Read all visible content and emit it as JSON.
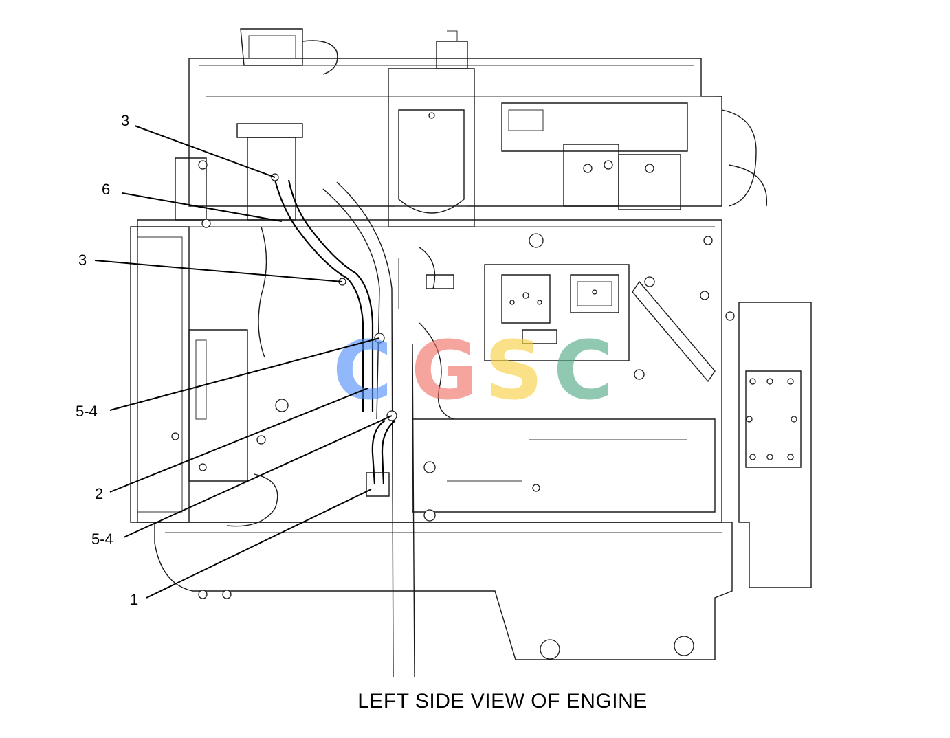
{
  "caption": "LEFT SIDE VIEW OF ENGINE",
  "callouts": [
    {
      "label": "3"
    },
    {
      "label": "6"
    },
    {
      "label": "3"
    },
    {
      "label": "5-4"
    },
    {
      "label": "2"
    },
    {
      "label": "5-4"
    },
    {
      "label": "1"
    }
  ],
  "watermark": {
    "letters": [
      "C",
      "G",
      "S",
      "C"
    ],
    "colors": [
      "#4f8ef7",
      "#ef6f63",
      "#f7cf3e",
      "#4fa882"
    ]
  }
}
